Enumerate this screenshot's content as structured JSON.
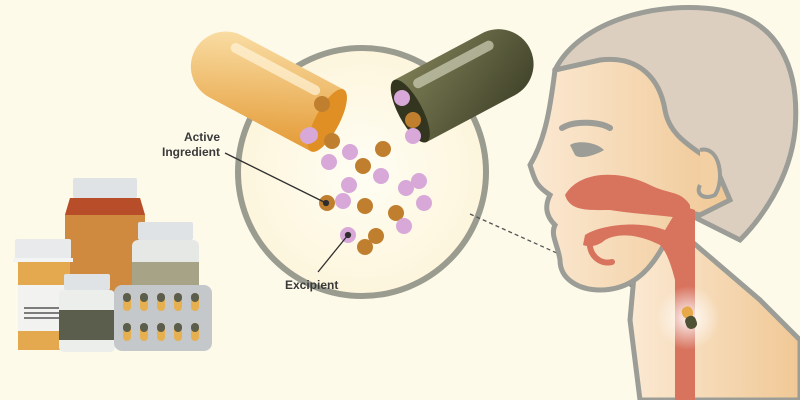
{
  "labels": {
    "active_line1": "Active",
    "active_line2": "Ingredient",
    "excipient": "Excipient"
  },
  "colors": {
    "background": "#fdfaea",
    "capsule_left": "#e8a94a",
    "capsule_right": "#5c5e3e",
    "active_particle": "#c07f2e",
    "excipient_particle": "#d7a8d8",
    "circle_ring": "#9a9c90",
    "skin": "#f6dcbb",
    "hair": "#ddcfc0",
    "airway": "#d8735e"
  }
}
